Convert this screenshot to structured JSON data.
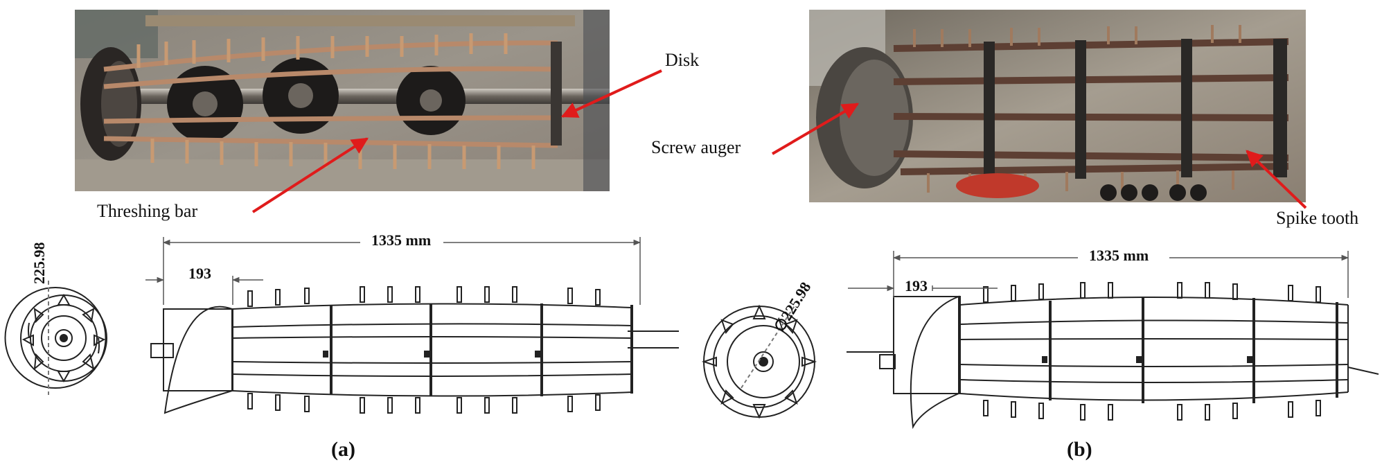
{
  "annotations": {
    "disk": "Disk",
    "screw_auger": "Screw auger",
    "threshing_bar": "Threshing bar",
    "spike_tooth": "Spike tooth"
  },
  "dimensions": {
    "a_total_length": "1335 mm",
    "a_auger_length": "193",
    "a_diameter": "225.98",
    "b_total_length": "1335 mm",
    "b_auger_length": "193",
    "b_diameter": "∅225.98"
  },
  "panels": {
    "a": "(a)",
    "b": "(b)"
  },
  "colors": {
    "pointer_arrow": "#e01b1b",
    "drawing_line": "#222222",
    "dimension_line": "#555555",
    "photo_ground": "#7d766c"
  }
}
